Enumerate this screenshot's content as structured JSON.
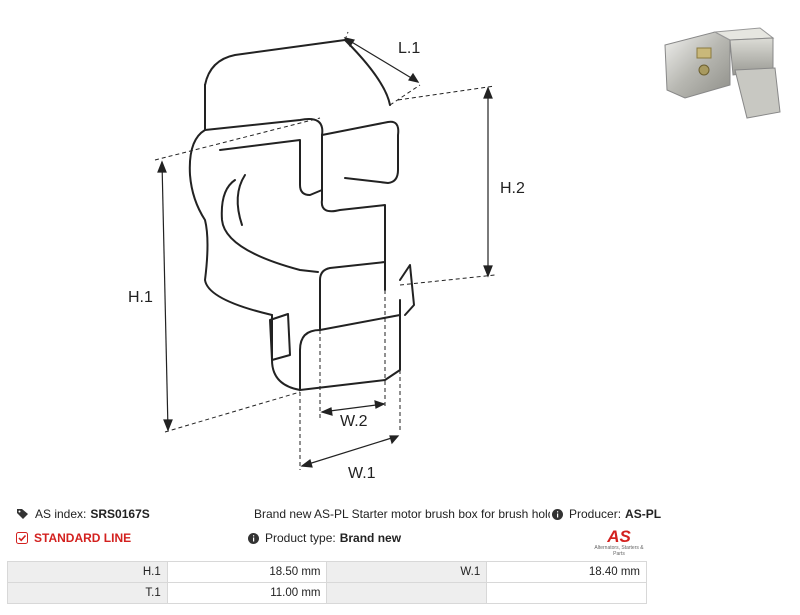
{
  "dimensions": {
    "l1": "L.1",
    "h1": "H.1",
    "h2": "H.2",
    "w1": "W.1",
    "w2": "W.2"
  },
  "info": {
    "index_label": "AS index:",
    "index_value": "SRS0167S",
    "description": "Brand new AS-PL Starter motor brush box for brush holde",
    "producer_label": "Producer:",
    "producer_value": "AS-PL",
    "line": "STANDARD LINE",
    "type_label": "Product type:",
    "type_value": "Brand new"
  },
  "brand": {
    "mark": "AS",
    "sub": "Alternators, Starters & Parts"
  },
  "spec_rows": [
    {
      "k1": "H.1",
      "v1": "18.50 mm",
      "k2": "W.1",
      "v2": "18.40 mm"
    },
    {
      "k1": "T.1",
      "v1": "11.00 mm",
      "k2": "",
      "v2": ""
    }
  ],
  "icons": [
    "tag-icon",
    "info-icon",
    "check-icon"
  ],
  "colors": {
    "accent": "#d3211f",
    "line_drawing": "#222222"
  }
}
